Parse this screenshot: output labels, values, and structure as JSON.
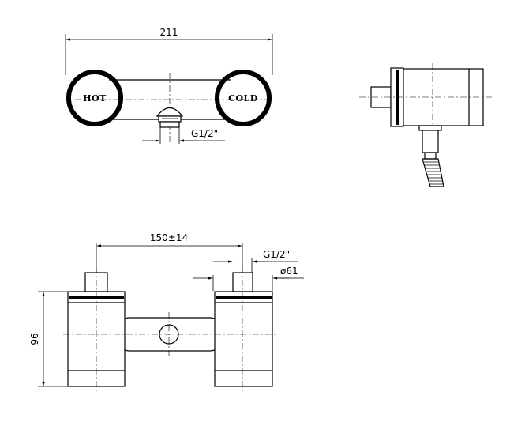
{
  "top_view": {
    "overall_width": "211",
    "hot_label": "HOT",
    "cold_label": "COLD",
    "inlet_thread": "G1/2\""
  },
  "front_view": {
    "centers_distance": "150±14",
    "connection_thread": "G1/2\"",
    "body_diameter": "ø61",
    "height": "96"
  }
}
